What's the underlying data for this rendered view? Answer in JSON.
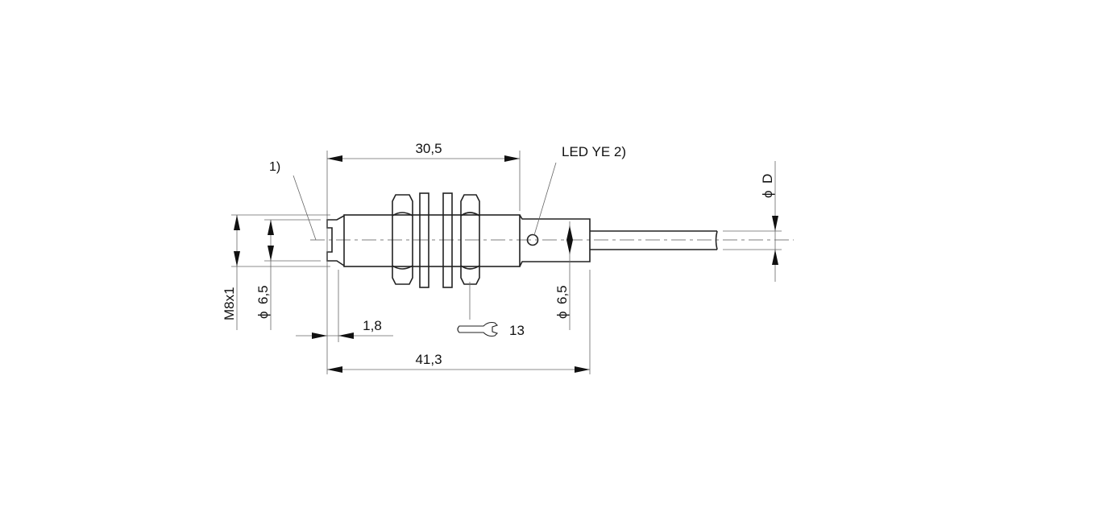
{
  "dimensions": {
    "length_thread": "30,5",
    "length_total": "41,3",
    "front_offset": "1,8",
    "thread": "M8x1",
    "diameter_front": "6,5",
    "diameter_rear": "6,5",
    "diameter_cable": "D",
    "diameter_symbol": "ϕ"
  },
  "notes": {
    "note1": "1)",
    "led": "LED YE 2)"
  },
  "wrench": {
    "size": "13"
  }
}
